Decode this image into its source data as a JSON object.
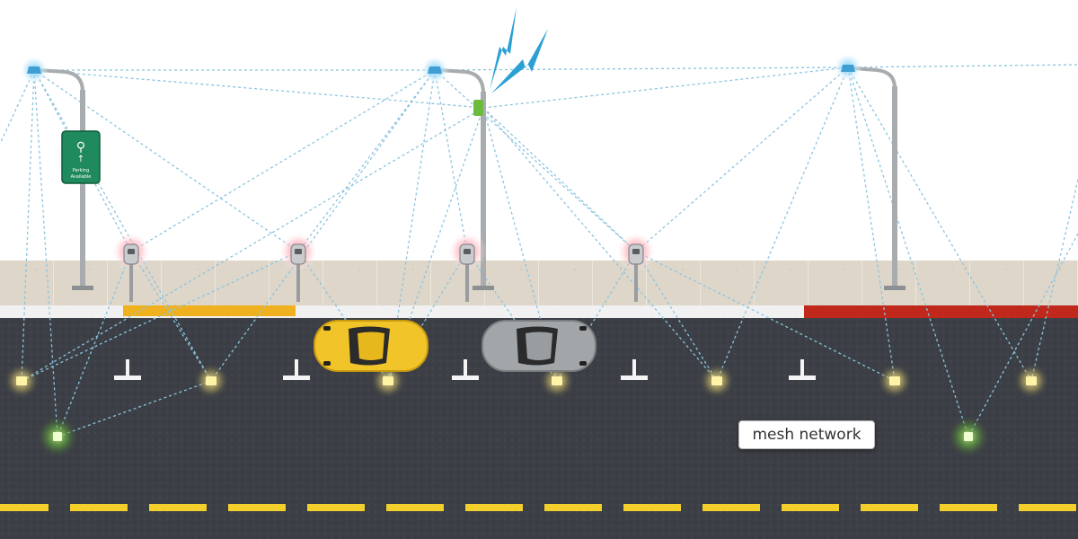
{
  "diagram": {
    "callout_label": "mesh network",
    "sign_text": [
      "Parking",
      "Available"
    ]
  },
  "colors": {
    "road": "#3c3f45",
    "sidewalk": "#ddd6c9",
    "curb_line": "#ffffff",
    "lane_dash": "#f3cf2c",
    "curb_yellow": "#efb21e",
    "curb_red": "#c0281c",
    "pole": "#a9acaf",
    "sensor_blue": "#53b9ec",
    "gateway_green": "#6dbb3c",
    "meter_glow": "#f2a4ad",
    "marker_yellow": "#fff4a6",
    "marker_green": "#efffd0",
    "mesh_line": "#8cc4df",
    "sign_green": "#1f8a5d",
    "lightning": "#2ba0d4",
    "car_yellow": "#f1c42a",
    "car_grey": "#a3a6a9"
  },
  "icons": [
    "streetlight-sensor-icon",
    "gateway-icon",
    "parking-sign-icon",
    "parking-meter-icon",
    "road-sensor-icon",
    "car-icon",
    "lightning-icon"
  ]
}
